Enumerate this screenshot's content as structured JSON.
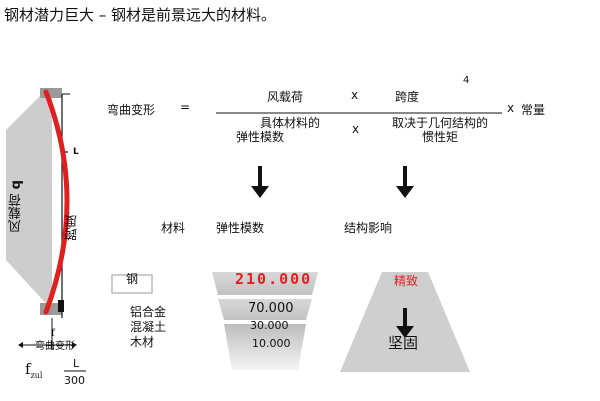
{
  "title": "钢材潜力巨大 – 钢材是前景远大的材料。",
  "formula": {
    "lhs": "弯曲变形",
    "eq": "=",
    "wind_load": "风载荷",
    "times1": "x",
    "span": "跨度",
    "exponent": "4",
    "elastic_line1": "具体材料的",
    "elastic_line2": "弹性模数",
    "times2": "x",
    "inertia_line1": "取决于几何结构的",
    "inertia_line2": "惯性矩",
    "times3": "x",
    "constant": "常量"
  },
  "beam": {
    "wind_label": "风载荷",
    "q_label": "q",
    "span_label": "跨度",
    "f_label": "f",
    "deflection_label": "弯曲变形",
    "fzul_main": "f",
    "fzul_sub": "zul",
    "ratio_top": "L",
    "ratio_bottom": "300",
    "tick_label": "L"
  },
  "columns": {
    "material": "材料",
    "elastic": "弹性模数",
    "structure": "结构影响"
  },
  "materials": [
    {
      "name": "钢",
      "value": "210.000"
    },
    {
      "name": "铝合金",
      "value": "70.000"
    },
    {
      "name": "混凝土",
      "value": "30.000"
    },
    {
      "name": "木材",
      "value": "10.000"
    }
  ],
  "structure_funnel": {
    "top": "精致",
    "bottom": "坚固"
  },
  "colors": {
    "accent_red": "#e02020",
    "funnel_gray": "#cfcfcf",
    "beam_gray": "#cdcdcd"
  }
}
